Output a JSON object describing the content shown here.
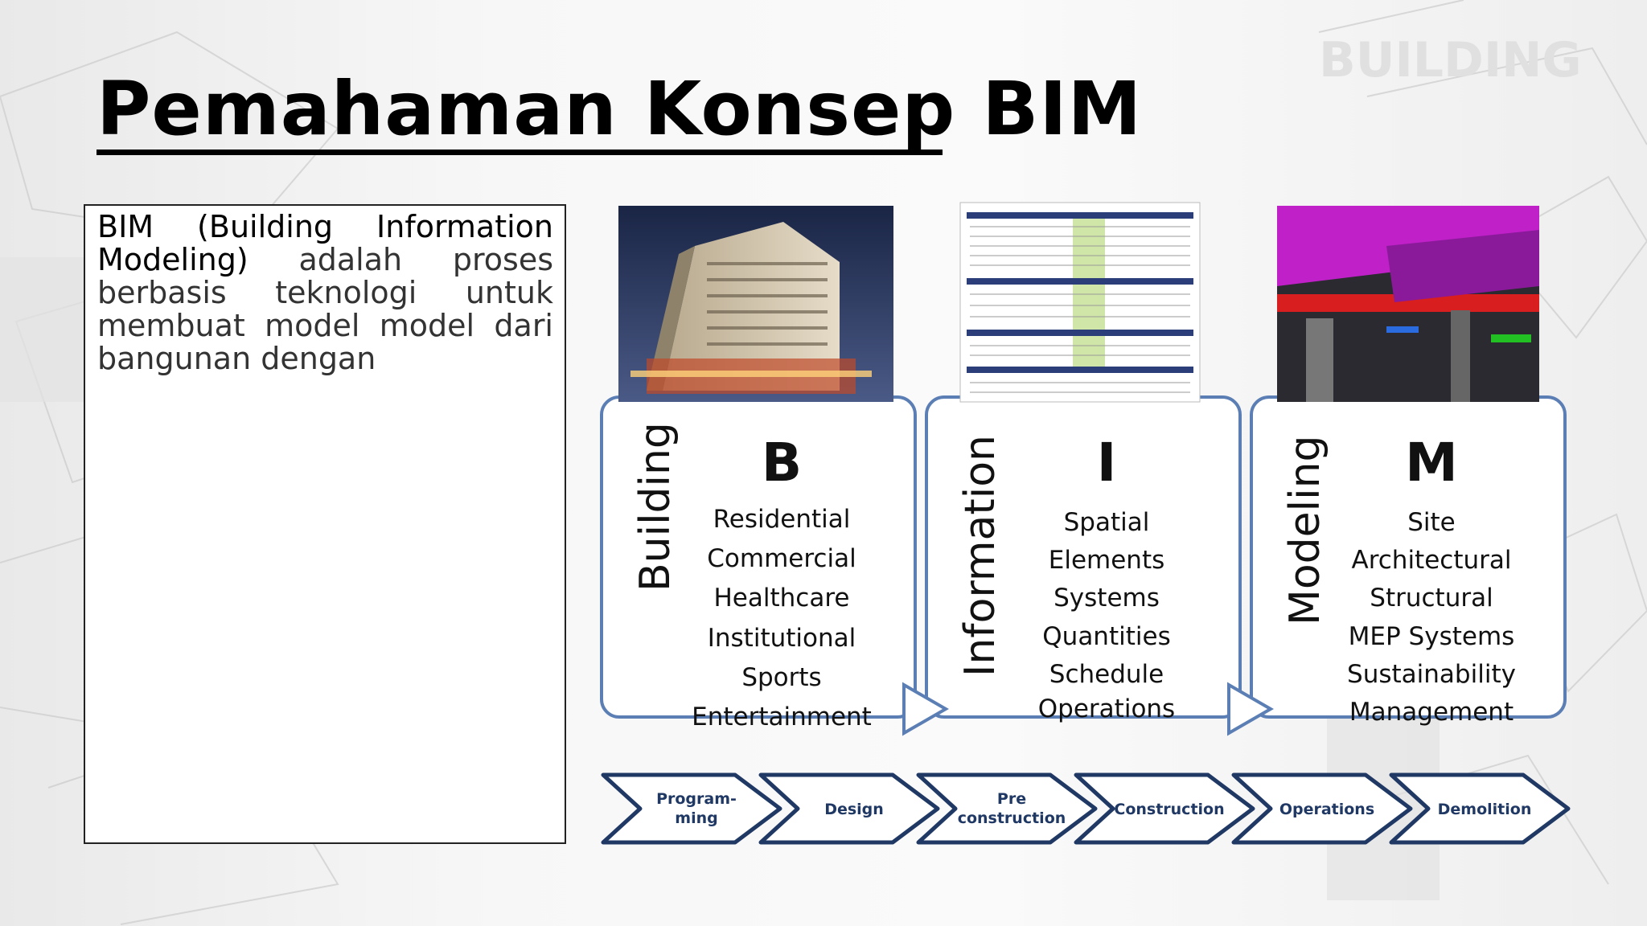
{
  "slide": {
    "title": "Pemahaman Konsep BIM",
    "body_lead": "BIM (Building Information Modeling)",
    "body_rest": " adalah proses berbasis teknologi untuk membuat model model dari bangunan dengan"
  },
  "diagram": {
    "columns": [
      {
        "vertical_label": "Building",
        "letter": "B",
        "items": [
          "Residential",
          "Commercial",
          "Healthcare",
          "Institutional",
          "Sports",
          "Entertainment"
        ]
      },
      {
        "vertical_label": "Information",
        "letter": "I",
        "items": [
          "Spatial",
          "Elements",
          "Systems",
          "Quantities",
          "Schedule",
          "Operations"
        ]
      },
      {
        "vertical_label": "Modeling",
        "letter": "M",
        "items": [
          "Site",
          "Architectural",
          "Structural",
          "MEP Systems",
          "Sustainability",
          "Management"
        ]
      }
    ],
    "phases": [
      {
        "line1": "Program-",
        "line2": "ming"
      },
      {
        "line1": "Design",
        "line2": ""
      },
      {
        "line1": "Pre",
        "line2": "construction"
      },
      {
        "line1": "Construction",
        "line2": ""
      },
      {
        "line1": "Operations",
        "line2": ""
      },
      {
        "line1": "Demolition",
        "line2": ""
      }
    ]
  },
  "colors": {
    "panel_border": "#5b7fb4",
    "phase_border": "#1f3864",
    "phase_text": "#1f3864"
  }
}
